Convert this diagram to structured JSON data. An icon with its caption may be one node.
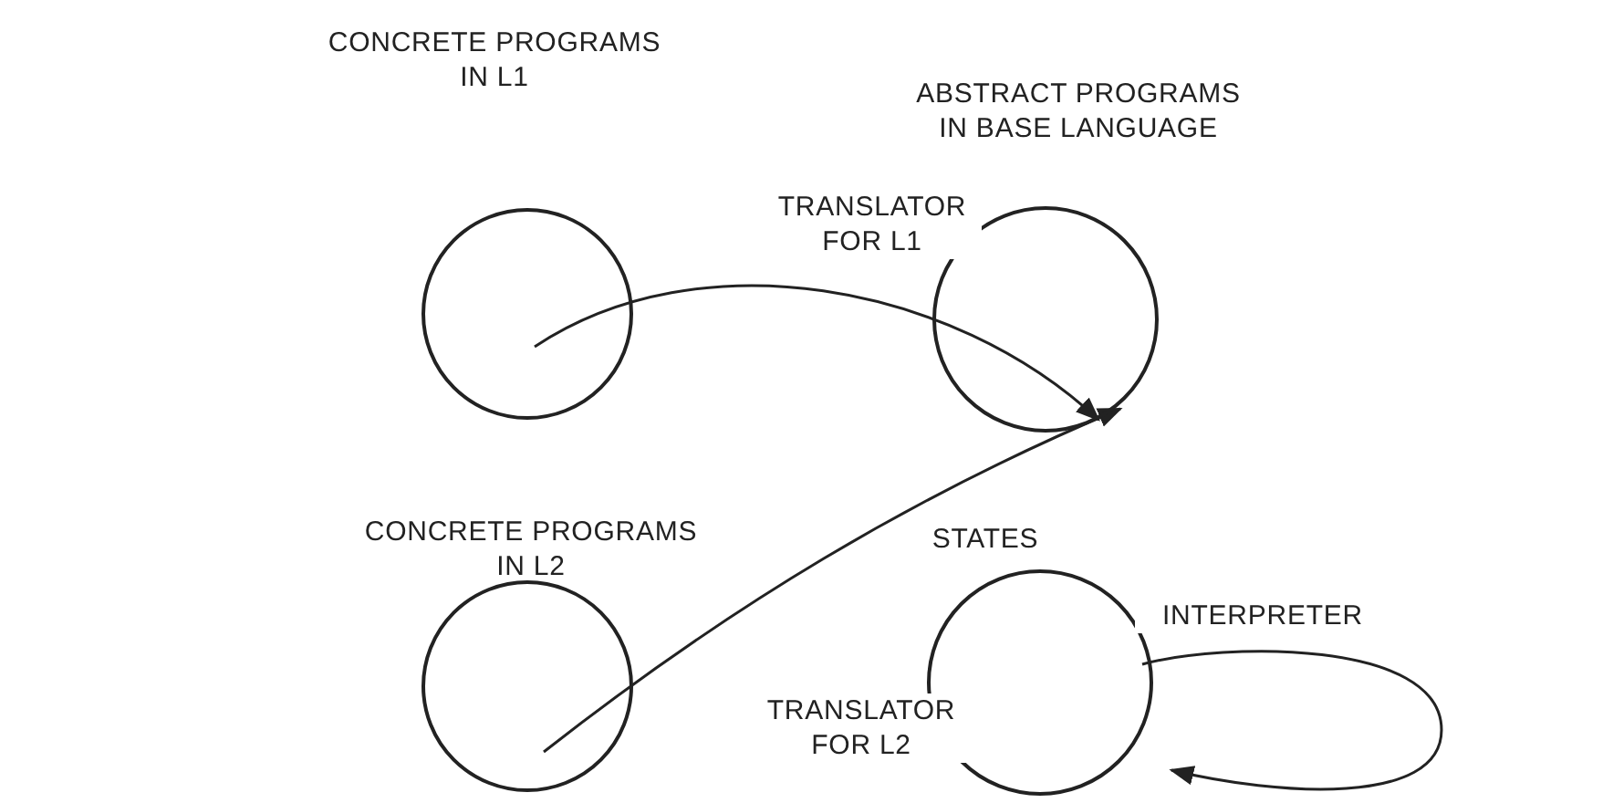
{
  "diagram": {
    "nodes": [
      {
        "text": [
          "CONCRETE PROGRAMS IN L1"
        ]
      },
      {
        "text": [
          "ABSTRACT PROGRAMS IN BASE LANGUAGE"
        ]
      },
      {
        "text": [
          "CONCRETE PROGRAMS IN L2"
        ]
      },
      {
        "text": [
          "STATES"
        ]
      }
    ],
    "edges": [
      {
        "from": 0,
        "to": 1,
        "arrow": "to",
        "label": "TRANSLATOR FOR L1"
      },
      {
        "from": 2,
        "to": 1,
        "arrow": "to",
        "label": "TRANSLATOR FOR L2"
      },
      {
        "from": 3,
        "to": 3,
        "arrow": "to",
        "label": "INTERPRETER"
      }
    ]
  }
}
